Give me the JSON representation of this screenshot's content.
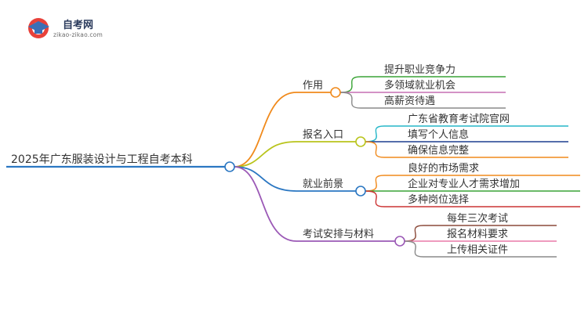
{
  "logo": {
    "title": "自考网",
    "subtitle": "zikao-zikao.com"
  },
  "mindmap": {
    "root": "2025年广东服装设计与工程自考本科",
    "branches": [
      {
        "label": "作用",
        "color": "#f08a1c",
        "children": [
          {
            "label": "提升职业竞争力",
            "color": "#3aa436"
          },
          {
            "label": "多领域就业机会",
            "color": "#c56fb3"
          },
          {
            "label": "高薪资待遇",
            "color": "#8a8a8a"
          }
        ]
      },
      {
        "label": "报名入口",
        "color": "#b9c41c",
        "children": [
          {
            "label": "广东省教育考试院官网",
            "color": "#25b7c8"
          },
          {
            "label": "填写个人信息",
            "color": "#1d3f8f"
          },
          {
            "label": "确保信息完整",
            "color": "#f08a1c"
          }
        ]
      },
      {
        "label": "就业前景",
        "color": "#2b77c2",
        "children": [
          {
            "label": "良好的市场需求",
            "color": "#f08a1c"
          },
          {
            "label": "企业对专业人才需求增加",
            "color": "#3aa436"
          },
          {
            "label": "多种岗位选择",
            "color": "#cc3333"
          }
        ]
      },
      {
        "label": "考试安排与材料",
        "color": "#9b59b6",
        "children": [
          {
            "label": "每年三次考试",
            "color": "#8b4a3a"
          },
          {
            "label": "报名材料要求",
            "color": "#e87aa8"
          },
          {
            "label": "上传相关证件",
            "color": "#8a8a8a"
          }
        ]
      }
    ]
  },
  "colors": {
    "root_line": "#2b77c2",
    "node_fill": "#ffffff"
  }
}
